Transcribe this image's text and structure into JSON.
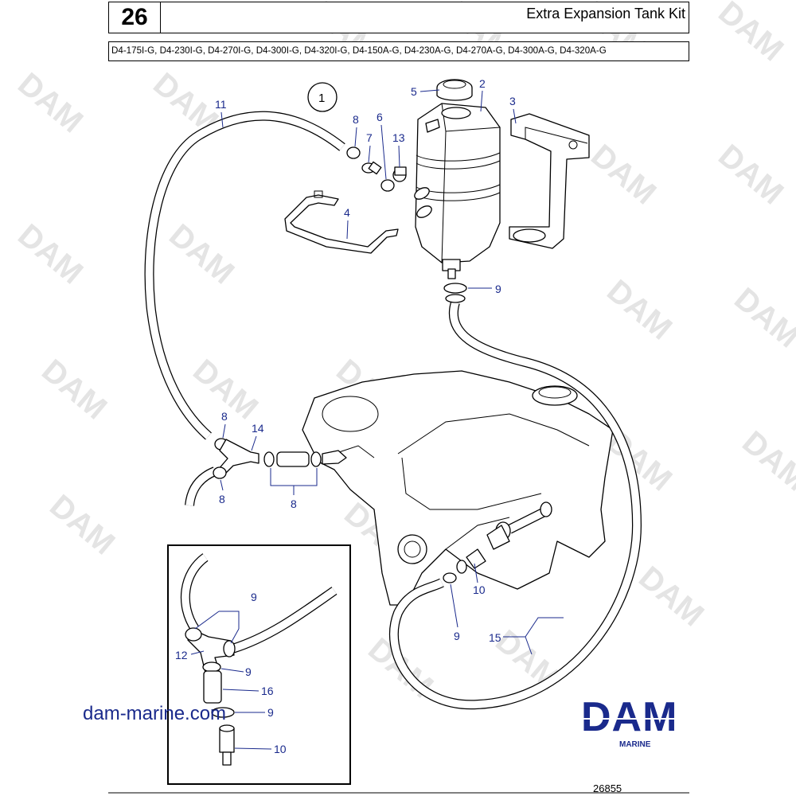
{
  "header": {
    "page_number": "26",
    "title": "Extra Expansion Tank Kit",
    "models": "D4-175I-G, D4-230I-G, D4-270I-G, D4-300I-G, D4-320I-G, D4-150A-G, D4-230A-G, D4-270A-G, D4-300A-G, D4-320A-G"
  },
  "diagram": {
    "circled_label": "1",
    "callouts": {
      "c2": "2",
      "c3": "3",
      "c4": "4",
      "c5": "5",
      "c6": "6",
      "c7": "7",
      "c8a": "8",
      "c8b": "8",
      "c8c": "8",
      "c8d": "8",
      "c9a": "9",
      "c9b": "9",
      "c9c": "9",
      "c9d": "9",
      "c9e": "9",
      "c10a": "10",
      "c10b": "10",
      "c11": "11",
      "c12": "12",
      "c13": "13",
      "c14": "14",
      "c15": "15",
      "c16": "16"
    }
  },
  "watermark": "DAM",
  "footer": {
    "website": "dam-marine.com",
    "brand": "DAM",
    "brand_sub": "MARINE",
    "drawing_number": "26855"
  },
  "colors": {
    "callout": "#1a2a8c",
    "watermark": "#e4e4e4",
    "line": "#000000"
  }
}
